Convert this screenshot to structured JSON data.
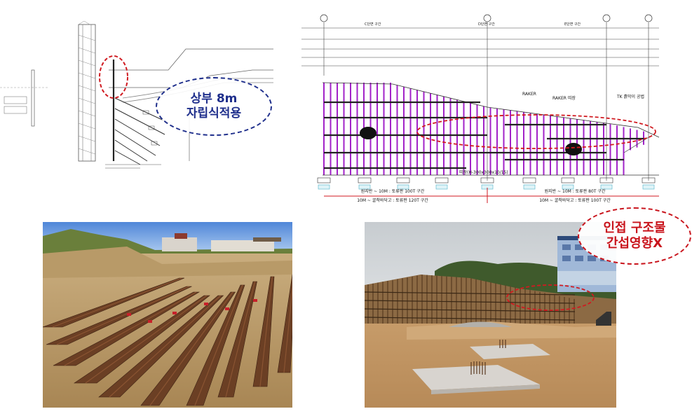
{
  "callouts": {
    "upper": {
      "line1": "상부 8m",
      "line2": "자립식적용"
    },
    "adjacent": {
      "line1": "인접 구조물",
      "line2": "간섭영향X"
    }
  },
  "elevation_drawing": {
    "section_labels": [
      "C단면 구간",
      "D단면 구간",
      "E단면 구간"
    ],
    "bottom_labels": [
      "원지반 ~ 10M : 토류판 100T  구간",
      "10M ~ 굴착바닥고 : 토류판 120T  구간",
      "원지반 ~ 10M : 토류판 80T  구간",
      "10M ~ 굴착바닥고 : 토류판 100T  구간"
    ],
    "member_labels": [
      "RAKER",
      "RAKER 띠장",
      "띠장(H-300x300x10/15)",
      "TK 흙막이 공법"
    ]
  },
  "colors": {
    "blue_callout": "#1f2f8c",
    "red_callout": "#c9141c",
    "wall_members": "#a222c8"
  }
}
